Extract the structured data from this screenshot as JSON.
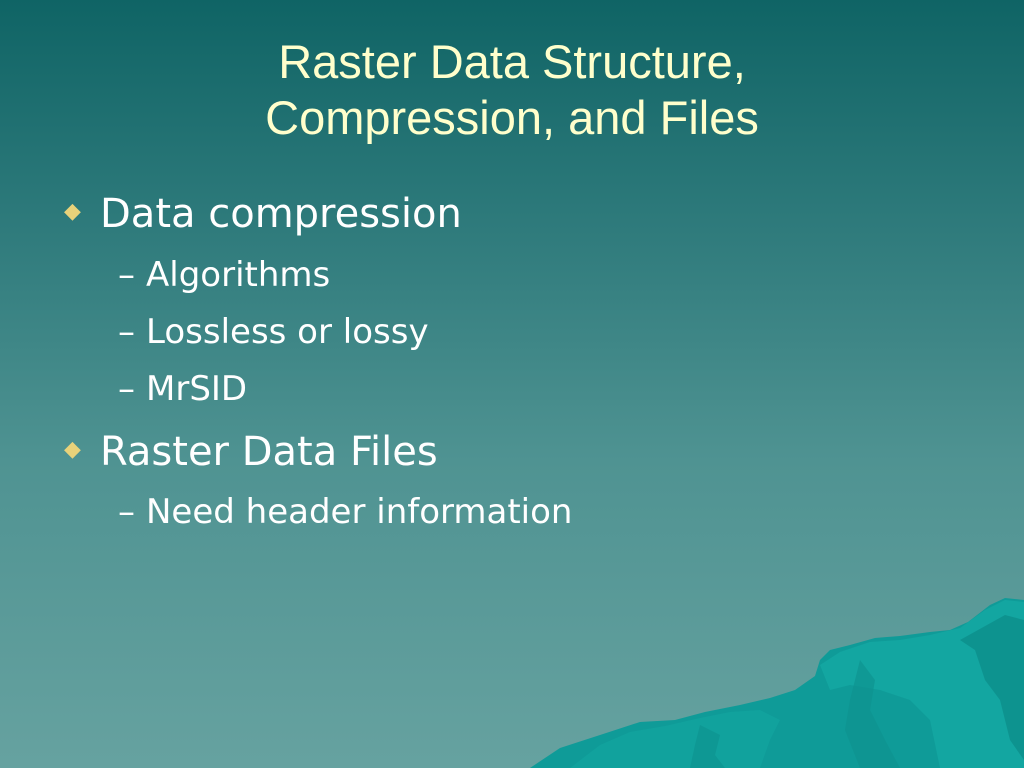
{
  "slide": {
    "title_lines": [
      "Raster Data Structure,",
      "Compression, and Files"
    ],
    "bullets": [
      {
        "text": "Data compression",
        "sub": [
          "Algorithms",
          "Lossless or lossy",
          "MrSID"
        ]
      },
      {
        "text": "Raster Data Files",
        "sub": [
          "Need header information"
        ]
      }
    ]
  },
  "colors": {
    "title": "#ffffcc",
    "bullet_marker": "#e8d27a",
    "body_text": "#ffffff",
    "background_top": "#0f6465",
    "background_bottom": "#66a2a0",
    "mountain": "#109f9b"
  },
  "icons": {
    "level1_marker": "diamond-bullet-icon",
    "level2_marker": "dash"
  }
}
